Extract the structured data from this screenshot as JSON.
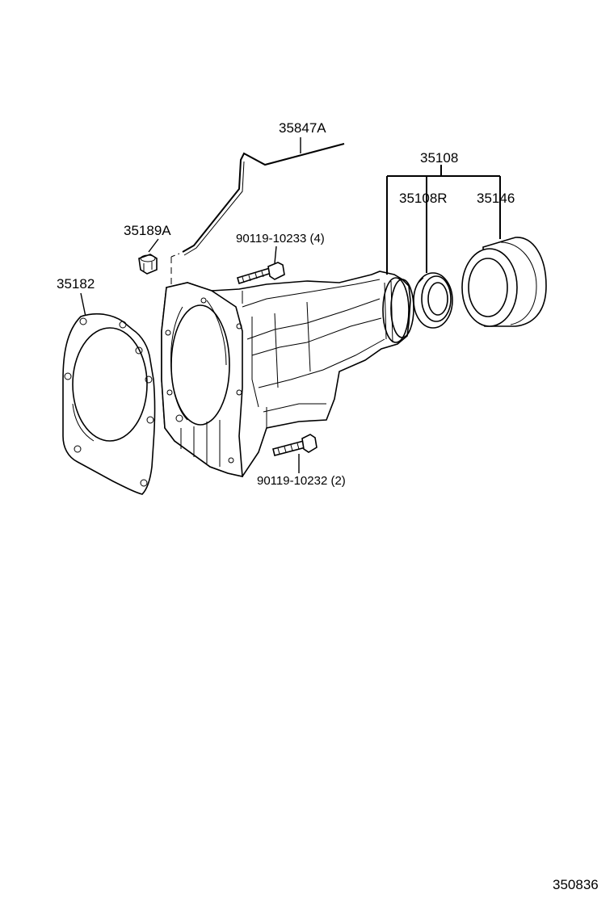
{
  "labels": {
    "p35847A": "35847A",
    "p35108": "35108",
    "p35108R": "35108R",
    "p35146": "35146",
    "p35189A": "35189A",
    "p90119_10233": "90119-10233 (4)",
    "p35182": "35182",
    "p90119_10232": "90119-10232 (2)",
    "figure_number": "350836"
  }
}
